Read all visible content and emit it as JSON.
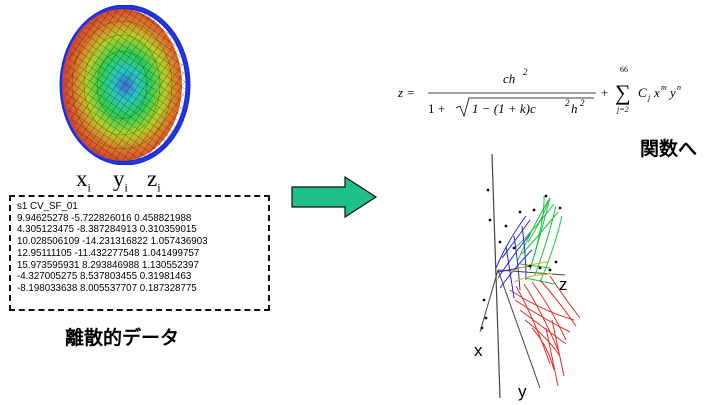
{
  "labels": {
    "x": "x",
    "y": "y",
    "z": "z",
    "sub": "i"
  },
  "data_box": {
    "lines": [
      "s1 CV_SF_01",
      "9.94625278 -5.722826016 0.458821988",
      "4.305123475 -8.387284913 0.310359015",
      "10.028506109 -14.231316822 1.057436903",
      "12.95111105 -11.432277548 1.041499757",
      "15.973595931 8.293846988 1.130552397",
      "-4.327005275 8.537803455 0.31981463",
      "-8.198033638 8.005537707 0.187328775"
    ]
  },
  "captions": {
    "left": "離散的データ",
    "right": "関数へ"
  },
  "formula": {
    "lhs": "z =",
    "numerator": "ch",
    "numerator_sup": "2",
    "den_lead": "1 +",
    "den_sqrt": "1 − (1 + k)c",
    "den_sup1": "2",
    "den_mid": "h",
    "den_sup2": "2",
    "plus": "+",
    "sum_top": "66",
    "sum_bottom": "j=2",
    "term": "C",
    "term_sub": "j",
    "term_x": "x",
    "term_m": "m",
    "term_y": "y",
    "term_n": "n"
  },
  "plot_labels": {
    "x": "x",
    "y": "y",
    "z": "z"
  },
  "colors": {
    "arrow_fill": "#1ec08c",
    "arrow_stroke": "#111111",
    "disk_edge": "#1a2bd8",
    "dashed_border": "#111111"
  }
}
